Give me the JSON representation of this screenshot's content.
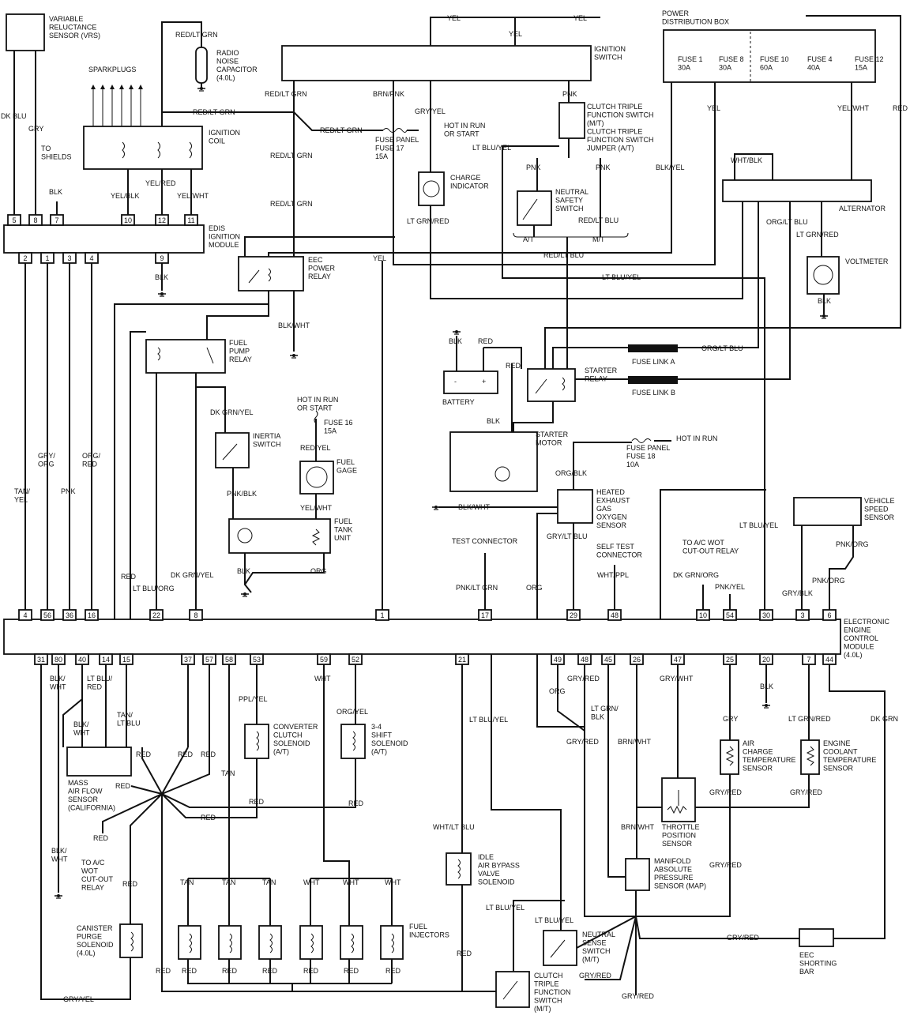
{
  "labels": {
    "vrs": "VARIABLE\nRELUCTANCE\nSENSOR (VRS)",
    "dkblu1": "DK BLU",
    "gry1": "GRY",
    "shields": "TO\nSHIELDS",
    "blk_shields": "BLK",
    "sparkplugs": "SPARKPLUGS",
    "red_ltgrn_cap": "RED/LT GRN",
    "cap": "RADIO\nNOISE\nCAPACITOR\n(4.0L)",
    "red_ltgrn_coil": "RED/LT GRN",
    "coil": "IGNITION\nCOIL",
    "yel_red_coil": "YEL/RED",
    "yel_blk": "YEL/BLK",
    "yel_wht": "YEL/WHT",
    "edis": "EDIS\nIGNITION\nMODULE",
    "blk_edis9": "BLK",
    "red_ltgrn_sw": "RED/LT GRN",
    "brn_pnk": "BRN/PNK",
    "pnk_sw": "PNK",
    "ign_sw": "IGNITION\nSWITCH",
    "yel_top1": "YEL",
    "yel_top2": "YEL",
    "yel_top3": "YEL",
    "gry_yel": "GRY/YEL",
    "red_ltgrn_fuse": "RED/LT GRN",
    "fuse17": "FUSE PANEL\nFUSE 17\n15A",
    "hot_run_start1": "HOT IN RUN\nOR START",
    "red_ltgrn_mid": "RED/LT GRN",
    "red_ltgrn_low": "RED/LT GRN",
    "charge": "CHARGE\nINDICATOR",
    "lt_grn_red_ci": "LT GRN/RED",
    "clutch1": "CLUTCH TRIPLE\nFUNCTION SWITCH\n(M/T)\nCLUTCH TRIPLE\nFUNCTION SWITCH\nJUMPER (A/T)",
    "lt_blu_yel1": "LT BLU/YEL",
    "pnk_a": "PNK",
    "pnk_b": "PNK",
    "nss": "NEUTRAL\nSAFETY\nSWITCH",
    "red_ltblu1": "RED/LT BLU",
    "at": "A/T",
    "mt": "M/T",
    "red_ltblu2": "RED/LT BLU",
    "lt_blu_yel2": "LT BLU/YEL",
    "eec_relay": "EEC\nPOWER\nRELAY",
    "yel_eec": "YEL",
    "blk_wht_eec": "BLK/WHT",
    "pdb": "POWER\nDISTRIBUTION BOX",
    "fuse1": "FUSE 1\n30A",
    "fuse8": "FUSE 8\n30A",
    "fuse10": "FUSE 10\n60A",
    "fuse4": "FUSE 4\n40A",
    "fuse12": "FUSE 12\n15A",
    "yel_pdb": "YEL",
    "yel_wht_pdb": "YEL/WHT",
    "red_pdb": "RED",
    "blk_yel": "BLK/YEL",
    "wht_blk": "WHT/BLK",
    "alternator": "ALTERNATOR",
    "org_ltblu1": "ORG/LT BLU",
    "lt_grn_red_alt": "LT GRN/RED",
    "voltmeter": "VOLTMETER",
    "blk_vm": "BLK",
    "blk_bat": "BLK",
    "red_bat": "RED",
    "red_bat2": "RED",
    "battery": "BATTERY",
    "starter_relay": "STARTER\nRELAY",
    "org_ltblu2": "ORG/LT BLU",
    "fuse_link_a": "FUSE LINK A",
    "fuse_link_b": "FUSE LINK B",
    "blk_sm": "BLK",
    "starter_motor": "STARTER\nMOTOR",
    "fuse18b": "FUSE PANEL\nFUSE 18\n10A",
    "hot_in_run2": "HOT IN RUN",
    "org_blk": "ORG/BLK",
    "blk_wht_sm": "BLK/WHT",
    "hego": "HEATED\nEXHAUST\nGAS\nOXYGEN\nSENSOR",
    "gry_ltblu": "GRY/LT BLU",
    "test_conn": "TEST CONNECTOR",
    "self_test": "SELF TEST\nCONNECTOR",
    "wht_ppl": "WHT/PPL",
    "pnk_ltgrn": "PNK/LT GRN",
    "org_ecm": "ORG",
    "ac_wot1": "TO A/C WOT\nCUT-OUT RELAY",
    "dkgrn_org": "DK GRN/ORG",
    "pnk_yel": "PNK/YEL",
    "lt_blu_yel3": "LT BLU/YEL",
    "vss": "VEHICLE\nSPEED\nSENSOR",
    "pnk_org1": "PNK/ORG",
    "pnk_org2": "PNK/ORG",
    "gry_blk": "GRY/BLK",
    "fpr": "FUEL\nPUMP\nRELAY",
    "dkgrn_yel1": "DK GRN/YEL",
    "inertia": "INERTIA\nSWITCH",
    "hot_run_start2": "HOT IN RUN\nOR START",
    "fuse16": "FUSE 16\n15A",
    "red_yel": "RED/YEL",
    "fuel_gage": "FUEL\nGAGE",
    "yel_wht2": "YEL/WHT",
    "pnk_blk": "PNK/BLK",
    "fuel_tank": "FUEL\nTANK\nUNIT",
    "blk_ft": "BLK",
    "org_ft": "ORG",
    "tan_yel": "TAN/\nYEL",
    "gry_org": "GRY/\nORG",
    "pnk_l": "PNK",
    "org_red": "ORG/\nRED",
    "red_l": "RED",
    "lt_blu_org": "LT BLU/ORG",
    "dkgrn_yel2": "DK GRN/YEL",
    "ecm": "ELECTRONIC\nENGINE\nCONTROL\nMODULE\n(4.0L)",
    "blk_wht1": "BLK/\nWHT",
    "lt_blu_red": "LT BLU/\nRED",
    "tan_ltblu": "TAN/\nLT BLU",
    "blk_wht2": "BLK/\nWHT",
    "maf": "MASS\nAIR FLOW\nSENSOR\n(CALIFORNIA)",
    "red_maf": "RED",
    "red_b1": "RED",
    "red_b2": "RED",
    "red_b3": "RED",
    "red_b4": "RED",
    "red_b5": "RED",
    "ac_wot2": "TO A/C\nWOT\nCUT-OUT\nRELAY",
    "blk_wht3": "BLK/\nWHT",
    "red_b6": "RED",
    "canister": "CANISTER\nPURGE\nSOLENOID\n(4.0L)",
    "tan_main": "TAN",
    "ppl_yel": "PPL/YEL",
    "ccs": "CONVERTER\nCLUTCH\nSOLENOID\n(A/T)",
    "red_ccs": "RED",
    "wht_main": "WHT",
    "org_yel": "ORG/YEL",
    "shift34": "3-4\nSHIFT\nSOLENOID\n(A/T)",
    "red_34": "RED",
    "tan1": "TAN",
    "tan2": "TAN",
    "tan3": "TAN",
    "wht1": "WHT",
    "wht2": "WHT",
    "wht3": "WHT",
    "red_i1": "RED",
    "red_i2": "RED",
    "red_i3": "RED",
    "red_i4": "RED",
    "red_i5": "RED",
    "red_i6": "RED",
    "red_inj_left": "RED",
    "fuel_inj": "FUEL\nINJECTORS",
    "gry_yel_b": "GRY/YEL",
    "lt_blu_yel4": "LT BLU/YEL",
    "wht_ltblu": "WHT/LT BLU",
    "iab": "IDLE\nAIR BYPASS\nVALVE\nSOLENOID",
    "red_iab": "RED",
    "org_b": "ORG",
    "gry_red1": "GRY/RED",
    "lt_grn_blk": "LT GRN/\nBLK",
    "gry_red2": "GRY/RED",
    "brn_wht1": "BRN/WHT",
    "gry_wht": "GRY/WHT",
    "blk_20": "BLK",
    "gry_25": "GRY",
    "lt_grn_red2": "LT GRN/RED",
    "dk_grn": "DK GRN",
    "act": "AIR\nCHARGE\nTEMPERATURE\nSENSOR",
    "ect": "ENGINE\nCOOLANT\nTEMPERATURE\nSENSOR",
    "gry_red3": "GRY/RED",
    "gry_red4": "GRY/RED",
    "brn_wht2": "BRN/WHT",
    "tps": "THROTTLE\nPOSITION\nSENSOR",
    "map": "MANIFOLD\nABSOLUTE\nPRESSURE\nSENSOR (MAP)",
    "gry_red5": "GRY/RED",
    "lt_blu_yel5": "LT BLU/YEL",
    "lt_blu_yel6": "LT BLU/YEL",
    "nsense": "NEUTRAL\nSENSE\nSWITCH\n(M/T)",
    "gry_red6": "GRY/RED",
    "clutch2": "CLUTCH\nTRIPLE\nFUNCTION\nSWITCH\n(M/T)",
    "gry_red7": "GRY/RED",
    "gry_red8": "GRY/RED",
    "eec_bar": "EEC\nSHORTING\nBAR"
  },
  "edis_top_pins": [
    "5",
    "8",
    "7",
    "10",
    "12",
    "11"
  ],
  "edis_bottom_pins": [
    "2",
    "1",
    "3",
    "4",
    "9"
  ],
  "ecm_top_pins": [
    "4",
    "56",
    "36",
    "16",
    "22",
    "8",
    "1",
    "17",
    "29",
    "48",
    "10",
    "54",
    "30",
    "3",
    "6"
  ],
  "ecm_bottom_pins": [
    "31",
    "80",
    "40",
    "14",
    "15",
    "37",
    "57",
    "58",
    "53",
    "59",
    "52",
    "21",
    "49",
    "48",
    "45",
    "26",
    "47",
    "25",
    "20",
    "7",
    "44"
  ]
}
